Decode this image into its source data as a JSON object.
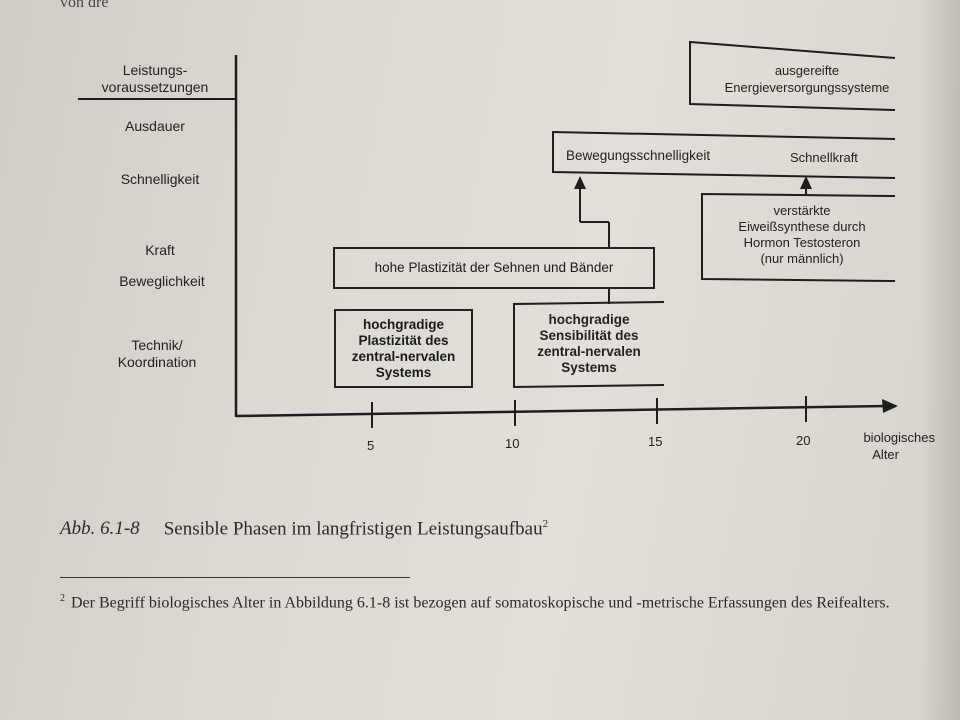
{
  "top_fragment": "von dre",
  "diagram": {
    "y_axis_title": [
      "Leistungs-",
      "voraussetzungen"
    ],
    "y_labels": [
      "Ausdauer",
      "Schnelligkeit",
      "Kraft",
      "Beweglichkeit",
      "Technik/",
      "Koordination"
    ],
    "x_ticks": [
      "5",
      "10",
      "15",
      "20"
    ],
    "x_axis_title": [
      "biologisches",
      "Alter"
    ],
    "boxes": {
      "energie": [
        "ausgereifte",
        "Energieversorgungssysteme"
      ],
      "bewegung": "Bewegungsschnelligkeit",
      "schnellkraft": "Schnellkraft",
      "eiweiss": [
        "verstärkte",
        "Eiweißsynthese durch",
        "Hormon Testosteron",
        "(nur männlich)"
      ],
      "plastizitaet_sehnen": "hohe Plastizität der Sehnen und Bänder",
      "plastizitaet_zns": [
        "hochgradige",
        "Plastizität des",
        "zentral-nervalen",
        "Systems"
      ],
      "sensibilitaet_zns": [
        "hochgradige",
        "Sensibilität des",
        "zentral-nervalen",
        "Systems"
      ]
    }
  },
  "caption": {
    "ref": "Abb. 6.1-8",
    "text": "Sensible Phasen im langfristigen Leistungsaufbau",
    "sup": "2"
  },
  "footnote": {
    "sup": "2",
    "text": "Der Begriff biologisches Alter in Abbildung 6.1-8 ist bezogen auf somatoskopische und -metrische Erfassungen des Reifealters."
  }
}
